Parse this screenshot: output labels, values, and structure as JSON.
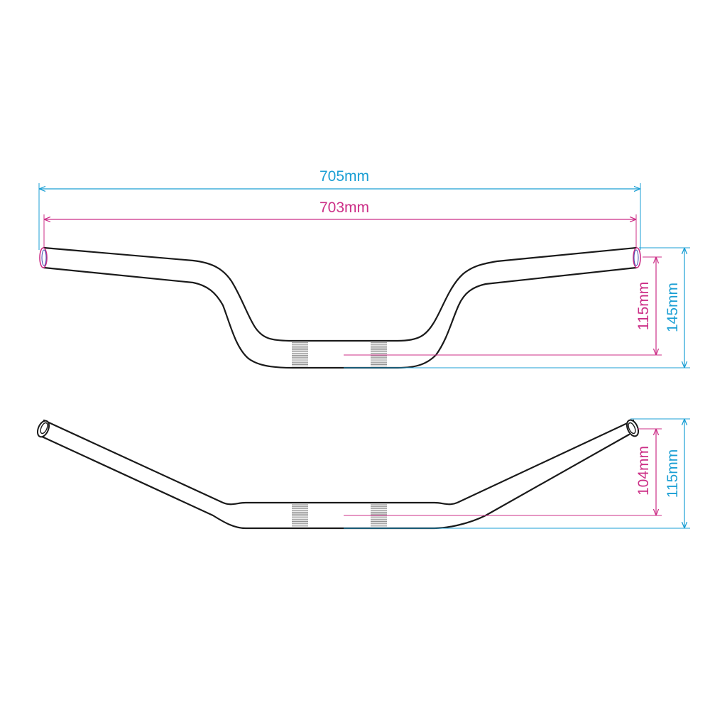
{
  "colors": {
    "outer_dimension": "#1b9fd4",
    "inner_dimension": "#cc2f87",
    "outline": "#1a1a1a",
    "knurl": "#9a9a9a",
    "background": "#ffffff"
  },
  "front_view": {
    "width_outer_label": "705mm",
    "width_inner_label": "703mm",
    "height_outer_label": "145mm",
    "height_inner_label": "115mm"
  },
  "top_view": {
    "depth_outer_label": "115mm",
    "depth_inner_label": "104mm"
  }
}
